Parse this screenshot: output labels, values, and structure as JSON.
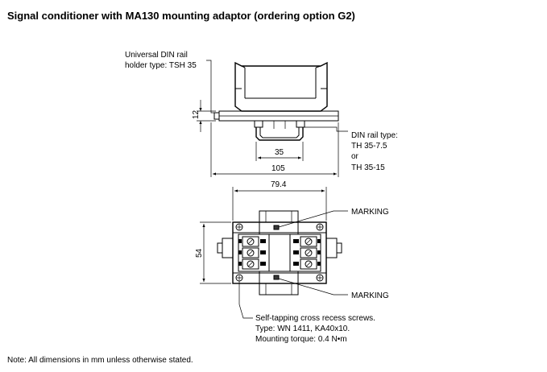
{
  "title": "Signal conditioner with MA130 mounting adaptor (ordering option G2)",
  "note": "Note: All dimensions in mm unless otherwise stated.",
  "labels": {
    "din_holder_line1": "Universal DIN rail",
    "din_holder_line2": "holder type: TSH 35",
    "din_rail_line1": "DIN rail type:",
    "din_rail_line2": "TH 35-7.5",
    "din_rail_line3": "or",
    "din_rail_line4": "TH 35-15",
    "marking_top": "MARKING",
    "marking_bottom": "MARKING",
    "screws_line1": "Self-tapping cross recess screws.",
    "screws_line2": "Type: WN 1411, KA40x10.",
    "screws_line3": "Mounting torque: 0.4 N•m"
  },
  "dimensions": {
    "height_12": "12",
    "width_35": "35",
    "width_105": "105",
    "width_79_4": "79.4",
    "height_54": "54"
  }
}
